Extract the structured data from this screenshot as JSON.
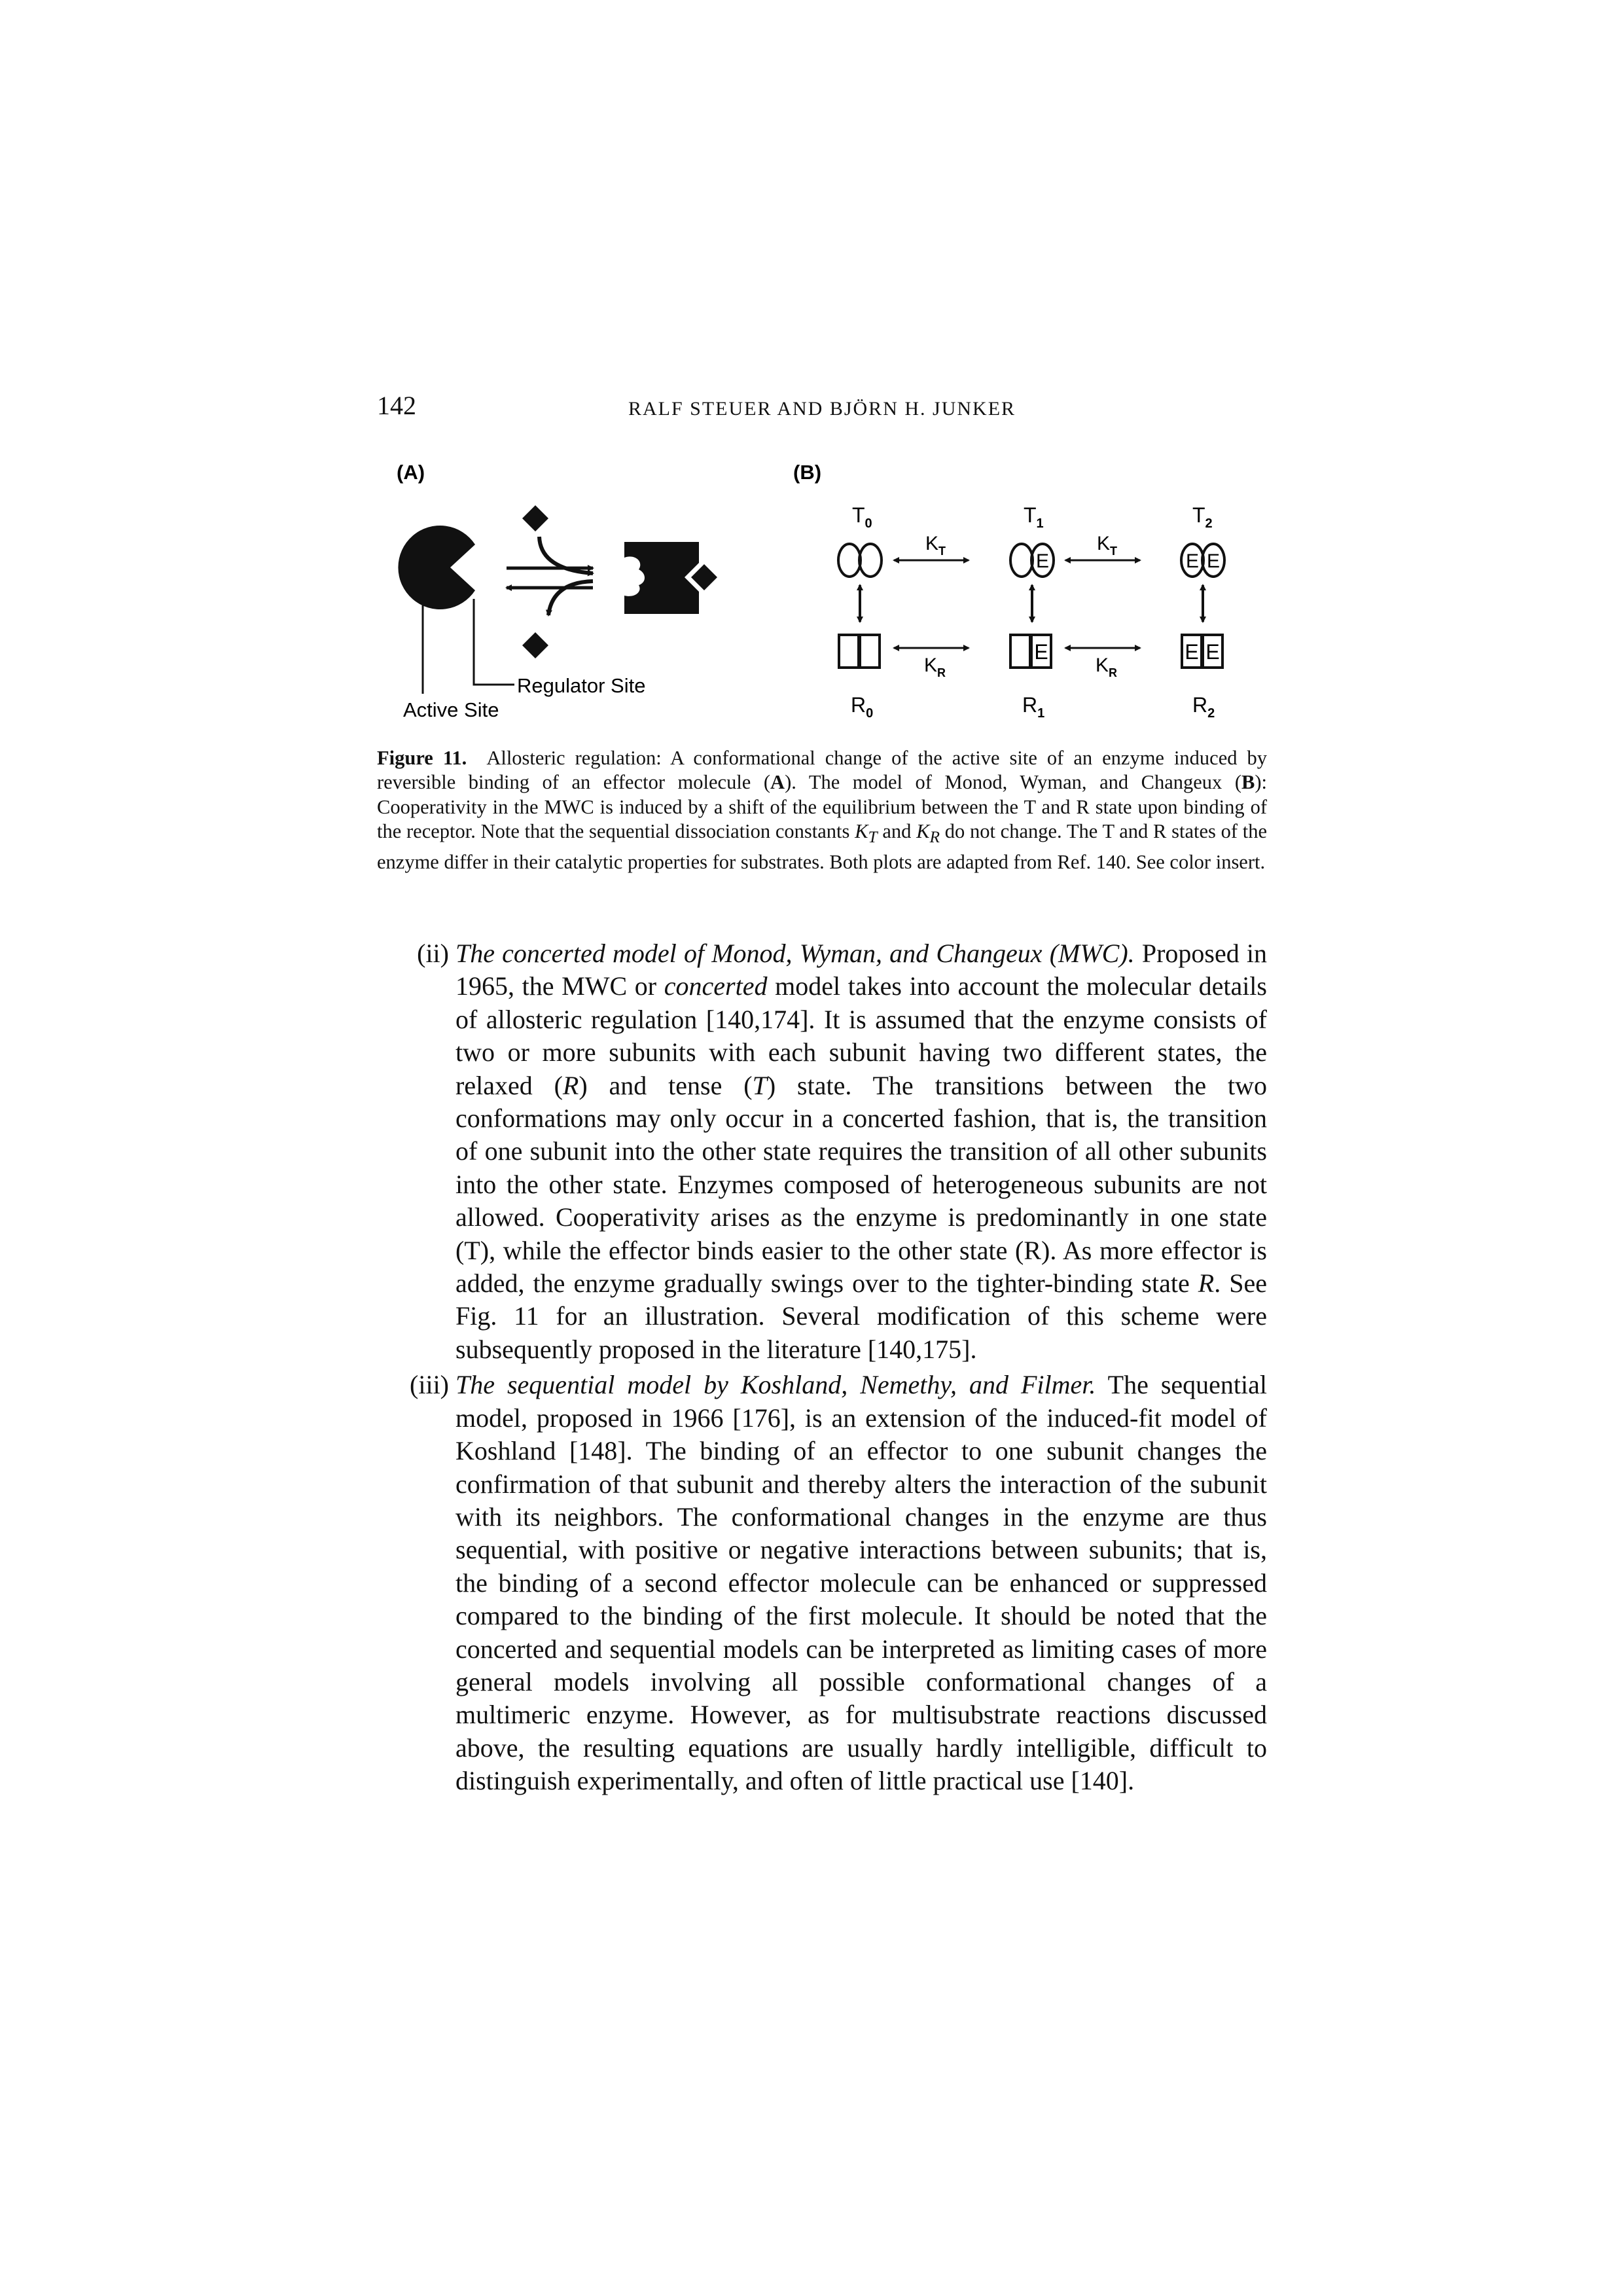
{
  "header": {
    "page_number": "142",
    "running_head": "RALF STEUER AND BJÖRN H. JUNKER"
  },
  "figure": {
    "panel_a": {
      "label": "(A)",
      "active_site_label": "Active Site",
      "regulator_site_label": "Regulator Site"
    },
    "panel_b": {
      "label": "(B)",
      "t_states": [
        "T",
        "T",
        "T"
      ],
      "t_subscripts": [
        "0",
        "1",
        "2"
      ],
      "r_states": [
        "R",
        "R",
        "R"
      ],
      "r_subscripts": [
        "0",
        "1",
        "2"
      ],
      "kt": "K",
      "kt_sub": "T",
      "kr": "K",
      "kr_sub": "R",
      "effector": "E"
    }
  },
  "caption": {
    "label": "Figure 11.",
    "s1": "Allosteric regulation: A conformational change of the active site of an enzyme induced by reversible binding of an effector molecule (",
    "a": "A",
    "s2": "). The model of Monod, Wyman, and Changeux (",
    "b": "B",
    "s3": "): Cooperativity in the MWC is induced by a shift of the equilibrium between the T and R state upon binding of the receptor. Note that the sequential dissociation constants ",
    "kt": "K",
    "kt_sub": "T",
    "s4": " and ",
    "kr": "K",
    "kr_sub": "R",
    "s5": " do not change. The T and R states of the enzyme differ in their catalytic properties for substrates. Both plots are adapted from Ref. 140. See color insert."
  },
  "items": [
    {
      "num": "(ii)",
      "title": "The concerted model of Monod, Wyman, and Changeux (MWC).",
      "t1": " Proposed in 1965, the MWC or ",
      "em1": "concerted",
      "t2": " model takes into account the molecular details of allosteric regulation [140,174]. It is assumed that the enzyme consists of two or more subunits with each subunit having two different states, the relaxed (",
      "em2": "R",
      "t3": ") and tense (",
      "em3": "T",
      "t4": ") state. The transitions between the two conformations may only occur in a concerted fashion, that is, the transition of one subunit into the other state requires the transition of all other subunits into the other state. Enzymes composed of heterogeneous subunits are not allowed. Cooperativity arises as the enzyme is predominantly in one state (T), while the effector binds easier to the other state (R). As more effector is added, the enzyme gradually swings over to the tighter-binding state ",
      "em4": "R",
      "t5": ". See Fig. 11 for an illustration. Several modification of this scheme were subsequently proposed in the literature [140,175]."
    },
    {
      "num": "(iii)",
      "title": "The sequential model by Koshland, Nemethy, and Filmer.",
      "t1": " The sequential model, proposed in 1966 [176], is an extension of the induced-fit model of Koshland [148]. The binding of an effector to one subunit changes the confirmation of that subunit and thereby alters the interaction of the subunit with its neighbors. The conformational changes in the enzyme are thus sequential, with positive or negative interactions between subunits; that is, the binding of a second effector molecule can be enhanced or suppressed compared to the binding of the first molecule. It should be noted that the concerted and sequential models can be interpreted as limiting cases of more general models involving all possible conformational changes of a multimeric enzyme. However, as for multisubstrate reactions discussed above, the resulting equations are usually hardly intelligible, difficult to distinguish experimentally, and often of little practical use [140]."
    }
  ]
}
